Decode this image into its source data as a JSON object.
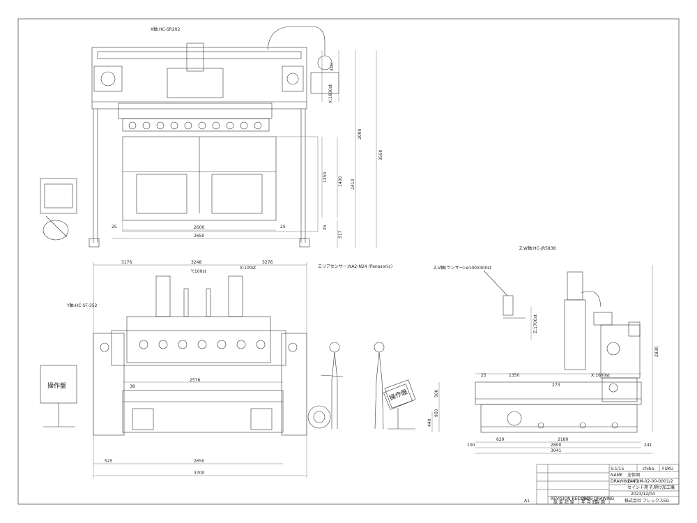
{
  "sheet": {
    "size": "A1"
  },
  "front_view": {
    "x_axis_label": "X軸:HC-SR202",
    "dim_width_outer": "2650",
    "dim_width_inner": "2600",
    "dim_left_margin": "25",
    "dim_right_margin": "25",
    "dim_rail": "X:1600st",
    "dim_small": "310",
    "dim_total_height": "3550",
    "dim_upper_height": "2090",
    "dim_mid_height": "2410",
    "dim_table_height": "1400",
    "dim_table_inner": "1350",
    "dim_bottom_height": "517",
    "dim_bottom_small": "25",
    "sensor_label": "エリアセンサー:NA2-N24 (Panasonic)"
  },
  "side_view": {
    "dim_left": "3176",
    "dim_mid": "3248",
    "dim_right": "3276",
    "stroke_left": "Y:100st",
    "stroke_right": "X:100st",
    "y_axis_label": "Y軸:HC-SF-352",
    "dim_inner": "2576",
    "dim_small": "38",
    "dim_base_left": "525",
    "dim_base": "2650",
    "dim_total": "3700",
    "panel_label": "操作盤"
  },
  "right_view": {
    "zw_axis_label": "Z,W軸:HC-JR5838",
    "cylinder_label": "Z,V軸(ランサー):ø100X300st",
    "z_stroke": "Z:1700st",
    "x_stroke": "X:1600st",
    "dim_height": "2830",
    "dim_1350": "1350",
    "dim_25": "25",
    "dim_273": "273",
    "dim_500": "500",
    "dim_950": "950",
    "dim_440": "440",
    "dim_620": "620",
    "dim_2180": "2180",
    "dim_2800": "2800",
    "dim_3041": "3041",
    "dim_100": "100",
    "dim_241": "241",
    "panel_label": "操作盤"
  },
  "title_block": {
    "scale": "S:1/15",
    "drawn": "chiba",
    "checked": "FUKU",
    "name_label": "NAME",
    "name_value": "全体図",
    "dwg_no_label": "DRAWING NO.",
    "dwg_no": "24-FXM-02-00-000",
    "sheet_no": "1/2",
    "title": "セイント用 孔明け加工機",
    "date": "2023/12/04",
    "company": "株式会社 フレックスEG",
    "rev_label": "REVISION RECORD",
    "rev_sub": "設 変 記 録",
    "date_label": "DATE",
    "date_sub": "年 月 日",
    "drawing_label": "DRAWING",
    "drawing_sub": "製 図"
  }
}
